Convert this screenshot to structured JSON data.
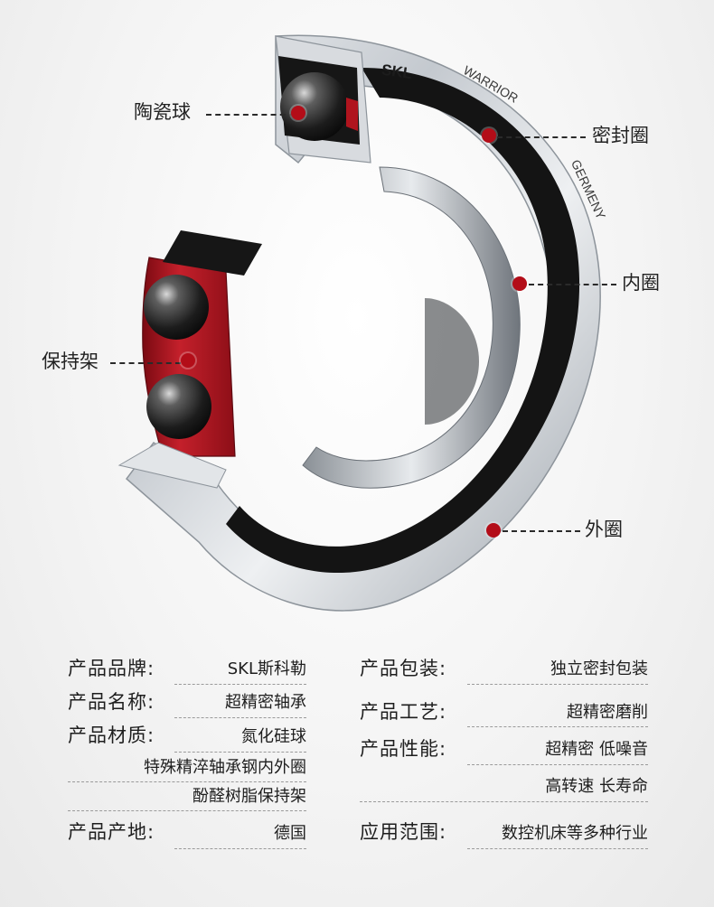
{
  "brand_print": {
    "logo": "SKL",
    "line1": "WARRIOR",
    "line2": "GERMENY"
  },
  "callouts": {
    "ball": "陶瓷球",
    "seal": "密封圈",
    "inner_ring": "内圈",
    "cage": "保持架",
    "outer_ring": "外圈"
  },
  "specs": {
    "brand": {
      "label": "产品品牌:",
      "value": "SKL斯科勒"
    },
    "name": {
      "label": "产品名称:",
      "value": "超精密轴承"
    },
    "material": {
      "label": "产品材质:",
      "value1": "氮化硅球",
      "value2": "特殊精淬轴承钢内外圈",
      "value3": "酚醛树脂保持架"
    },
    "origin": {
      "label": "产品产地:",
      "value": "德国"
    },
    "packaging": {
      "label": "产品包装:",
      "value": "独立密封包装"
    },
    "process": {
      "label": "产品工艺:",
      "value": "超精密磨削"
    },
    "performance": {
      "label": "产品性能:",
      "value1": "超精密 低噪音",
      "value2": "高转速 长寿命"
    },
    "application": {
      "label": "应用范围:",
      "value": "数控机床等多种行业"
    }
  },
  "colors": {
    "accent": "#b30d18",
    "seal": "#151515",
    "steel": "#c9cdd3"
  }
}
